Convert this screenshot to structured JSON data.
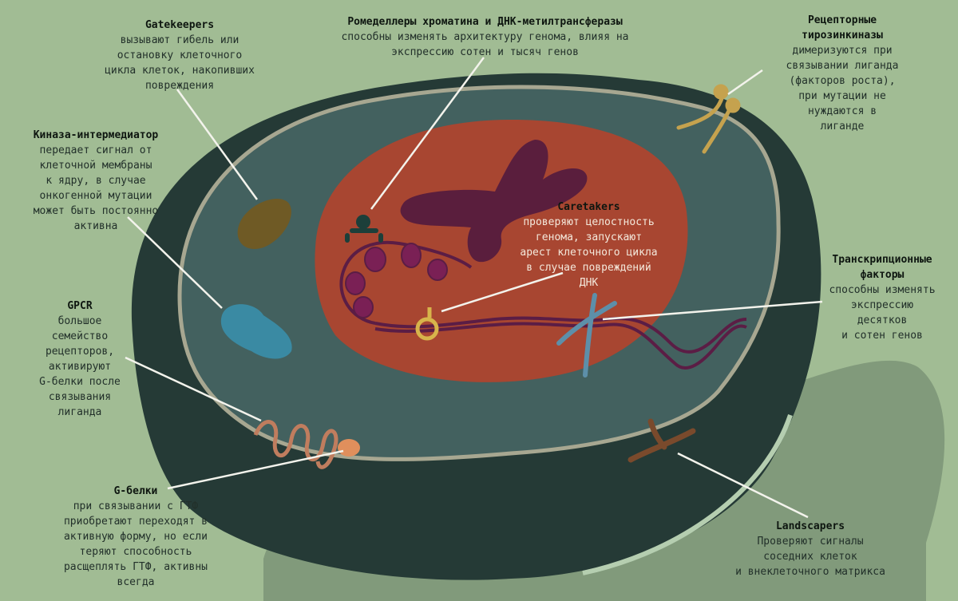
{
  "labels": {
    "gatekeepers": {
      "title": "Gatekeepers",
      "text": "вызывают гибель или\nостановку клеточного\nцикла клеток, накопивших\nповреждения"
    },
    "remodelers": {
      "title": "Ромеделлеры хроматина и ДНК-метилтрансферазы",
      "text": "способны изменять архитектуру генома, влияя на\nэкспрессию сотен и тысяч генов"
    },
    "rtk": {
      "title": "Рецепторные\nтирозинкиназы",
      "text": "димеризуются при\nсвязывании лиганда\n(факторов роста),\nпри мутации не\nнуждаются в\nлиганде"
    },
    "kinase": {
      "title": "Киназа-интермедиатор",
      "text": "передает сигнал от\nклеточной мембраны\nк ядру, в случае\nонкогенной мутации\nможет быть постоянно\nактивна"
    },
    "caretakers": {
      "title": "Caretakers",
      "text": "проверяют целостность\nгенома, запускают\nарест клеточного цикла\nв случае повреждений\nДНК"
    },
    "tf": {
      "title": "Транскрипционные\nфакторы",
      "text": "способны изменять\nэкспрессию\nдесятков\nи сотен генов"
    },
    "gpcr": {
      "title": "GPCR",
      "text": "большое\nсемейство\nрецепторов,\nактивируют\nG-белки после\nсвязывания\nлиганда"
    },
    "gproteins": {
      "title": "G-белки",
      "text": "при связывании с ГТФ\nприобретают переходят в\nактивную форму, но если\nтеряют способность\nрасщеплять ГТФ, активны\nвсегда"
    },
    "landscapers": {
      "title": "Landscapers",
      "text": "Проверяют сигналы\nсоседних клеток\nи внеклеточного матрикса"
    }
  }
}
